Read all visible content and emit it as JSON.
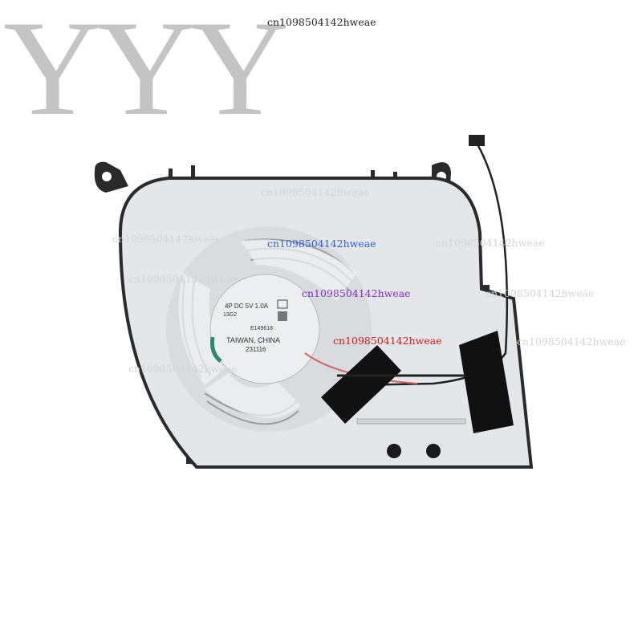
{
  "logo": {
    "text": "YYY"
  },
  "watermarks": {
    "top": "cn1098504142hweae",
    "light": [
      "cn1098504142hweae",
      "cn1098504142hweae",
      "cn1098504142hweae",
      "cn1098504142hweae",
      "cn1098504142hweae",
      "cn1098504142hweae",
      "cn1098504142hweae"
    ],
    "blue": "cn1098504142hweae",
    "purple": "cn1098504142hweae",
    "red": "cn1098504142hweae"
  },
  "fan_label": {
    "line1": "4P DC 5V 1.0A",
    "line2": "13G2",
    "line3": "E149618",
    "origin": "TAIWAN, CHINA",
    "date": "231116"
  },
  "colors": {
    "fan_body": "#e4e6ea",
    "tape": "#111111",
    "blades": "#f2f3f5"
  }
}
